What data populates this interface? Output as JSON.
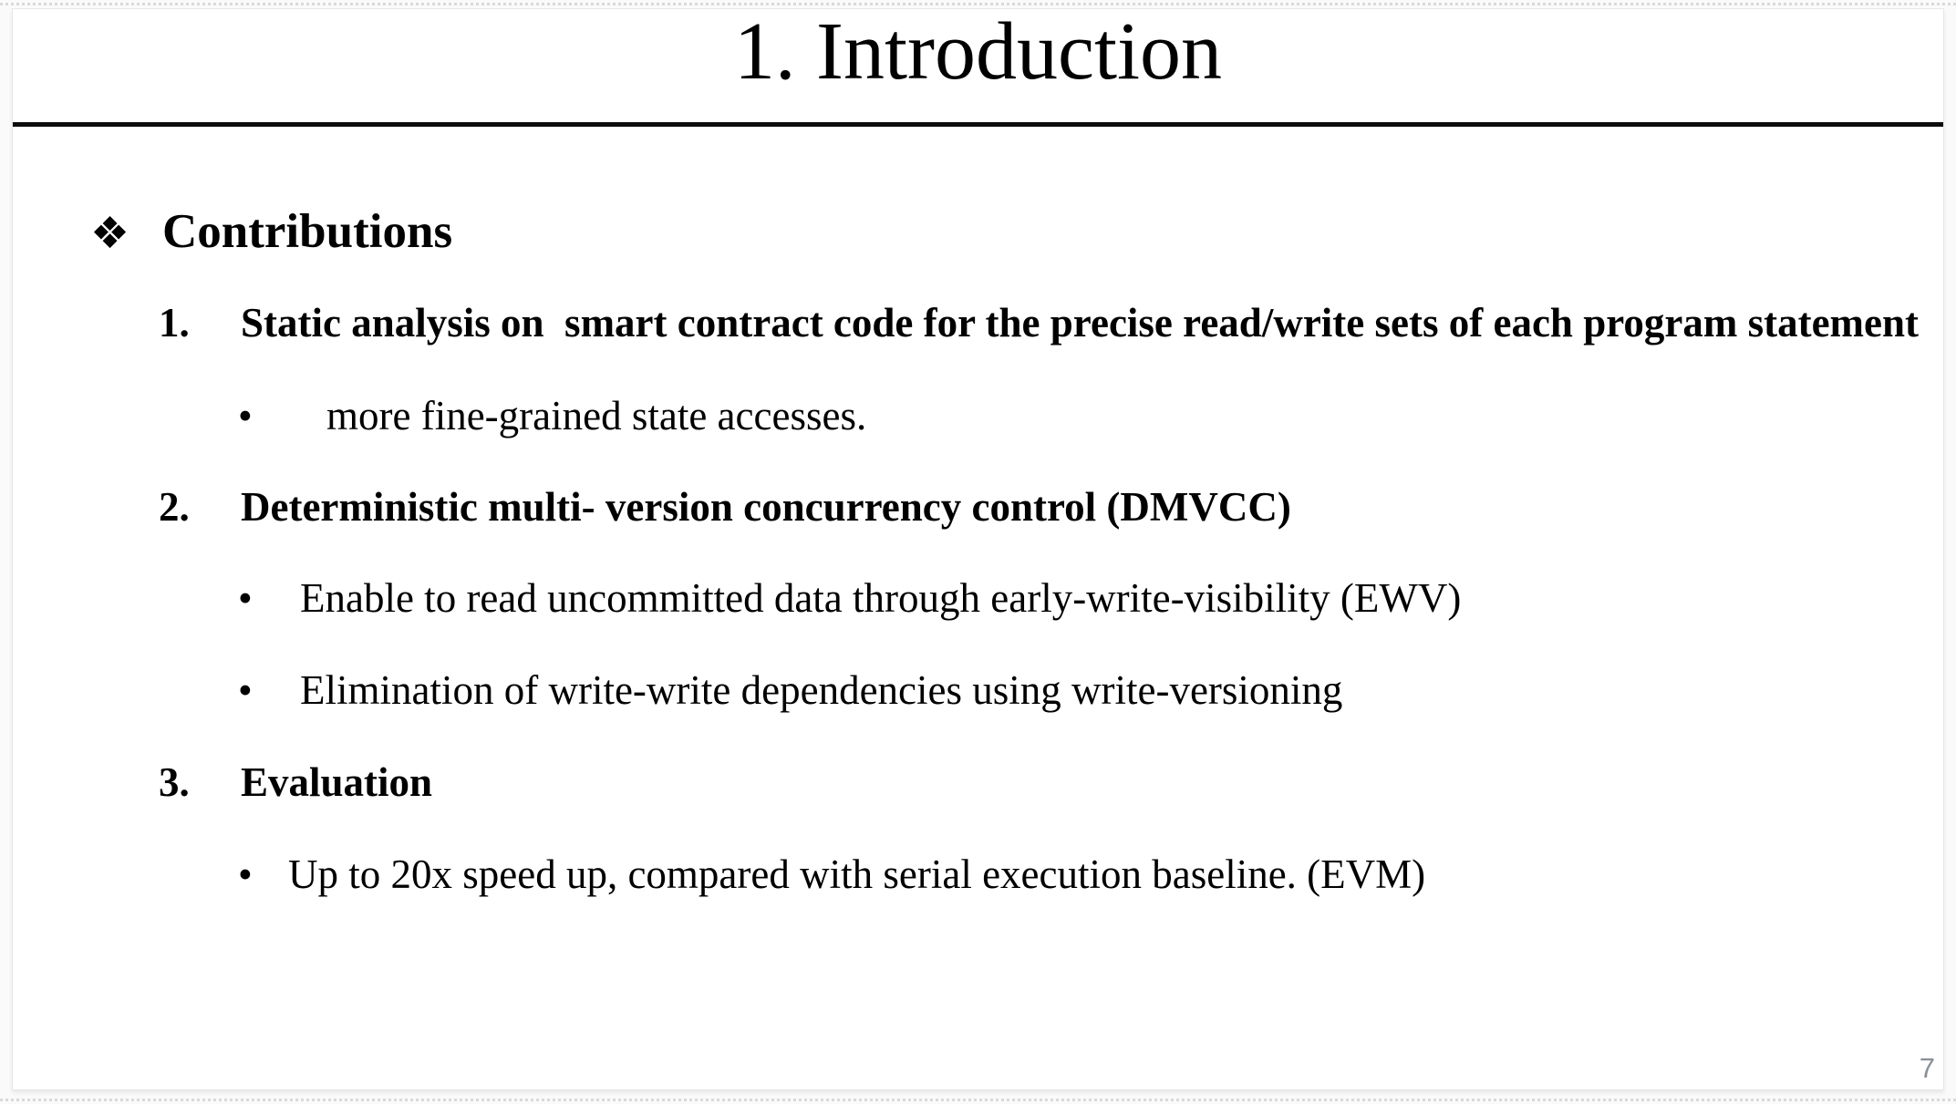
{
  "slide": {
    "title": "1. Introduction",
    "heading": {
      "bullet": "❖",
      "label": "Contributions"
    },
    "rows": [
      {
        "marker": "1.",
        "style": "numbered",
        "text": "Static analysis on  smart contract code for the precise read/write sets of each program statement"
      },
      {
        "marker": "•",
        "style": "bullet",
        "text": "more fine-grained state accesses."
      },
      {
        "marker": "2.",
        "style": "numbered",
        "text": "Deterministic multi- version concurrency control (DMVCC)"
      },
      {
        "marker": "•",
        "style": "bullet",
        "text": "Enable to read uncommitted data through early-write-visibility (EWV)"
      },
      {
        "marker": "•",
        "style": "bullet",
        "text": "Elimination of write-write dependencies using write-versioning"
      },
      {
        "marker": "3.",
        "style": "numbered",
        "text": "Evaluation"
      },
      {
        "marker": "•",
        "style": "bullet",
        "text": "Up to 20x speed up, compared with serial execution baseline. (EVM)"
      }
    ],
    "page_number": "7",
    "colors": {
      "text": "#000000",
      "title_rule": "#0d0d0d",
      "page_number": "#8a9097",
      "slide_background": "#ffffff",
      "canvas_background": "#fafafa"
    }
  }
}
